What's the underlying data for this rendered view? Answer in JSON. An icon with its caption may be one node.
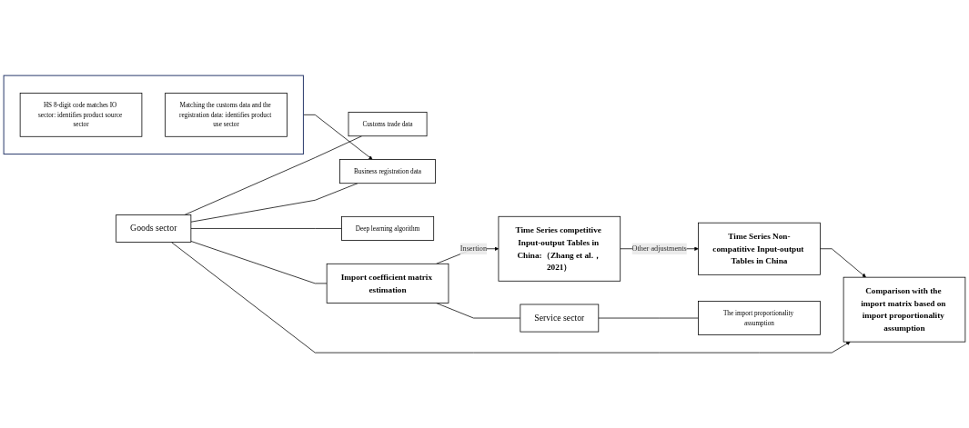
{
  "diagram": {
    "nodes": [
      {
        "text": [
          "Goods sector"
        ]
      },
      {
        "text": [
          "Customs trade data"
        ]
      },
      {
        "text": [
          "Business registration data"
        ]
      },
      {
        "text": [
          "Deep learning algorithm"
        ]
      },
      {
        "text": [],
        "shape": "box"
      },
      {
        "text": [
          "HS 8-digit code matches IO sector: identifies product source sector"
        ],
        "in": 4
      },
      {
        "text": [
          "Matching the customs data and the registration data: identifies product use sector"
        ],
        "in": 4
      },
      {
        "text": [
          "Import coefficient matrix estimation"
        ]
      },
      {
        "text": [
          "Time Series competitive Input-output Tables in China:（Zhang et al.，2021）"
        ]
      },
      {
        "text": [
          "Time Series Non-compatitive Input-output Tables in China"
        ]
      },
      {
        "text": [
          "Comparison with the import matrix based on import proportionality assumption"
        ]
      },
      {
        "text": [
          "Service sector"
        ]
      },
      {
        "text": [
          "The import proportionality assumption"
        ]
      }
    ],
    "edges": [
      {
        "from": 0,
        "to": 1,
        "arrow": "none"
      },
      {
        "from": 0,
        "to": 2,
        "arrow": "none"
      },
      {
        "from": 0,
        "to": 3,
        "arrow": "none"
      },
      {
        "from": 4,
        "to": 2,
        "arrow": "to"
      },
      {
        "from": 0,
        "to": 7,
        "arrow": "none"
      },
      {
        "from": 0,
        "to": 10,
        "arrow": "to"
      },
      {
        "from": 7,
        "to": 8,
        "label": "Insertion",
        "arrow": "to"
      },
      {
        "from": 8,
        "to": 9,
        "label": "Other adjustments",
        "arrow": "to"
      },
      {
        "from": 9,
        "to": 10,
        "arrow": "to"
      },
      {
        "from": 7,
        "to": 11,
        "arrow": "none"
      },
      {
        "from": 11,
        "to": 12,
        "arrow": "none"
      }
    ]
  }
}
